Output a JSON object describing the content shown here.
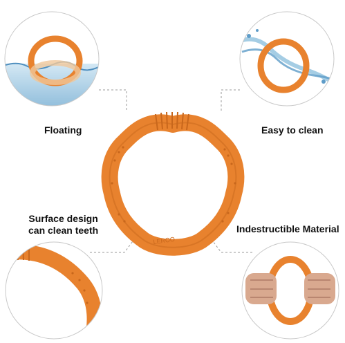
{
  "features": {
    "floating": "Floating",
    "easy_to_clean": "Easy to clean",
    "surface_line1": "Surface design",
    "surface_line2": "can clean teeth",
    "indestructible": "Indestructible Material"
  },
  "brand": {
    "logo_text": "LEROO"
  },
  "colors": {
    "toy_orange": "#E8822E",
    "toy_shadow": "#C8671C",
    "water_blue": "#7FB3D5",
    "circle_border": "#C8C8C8",
    "connector_dash": "#9A9A9A"
  }
}
